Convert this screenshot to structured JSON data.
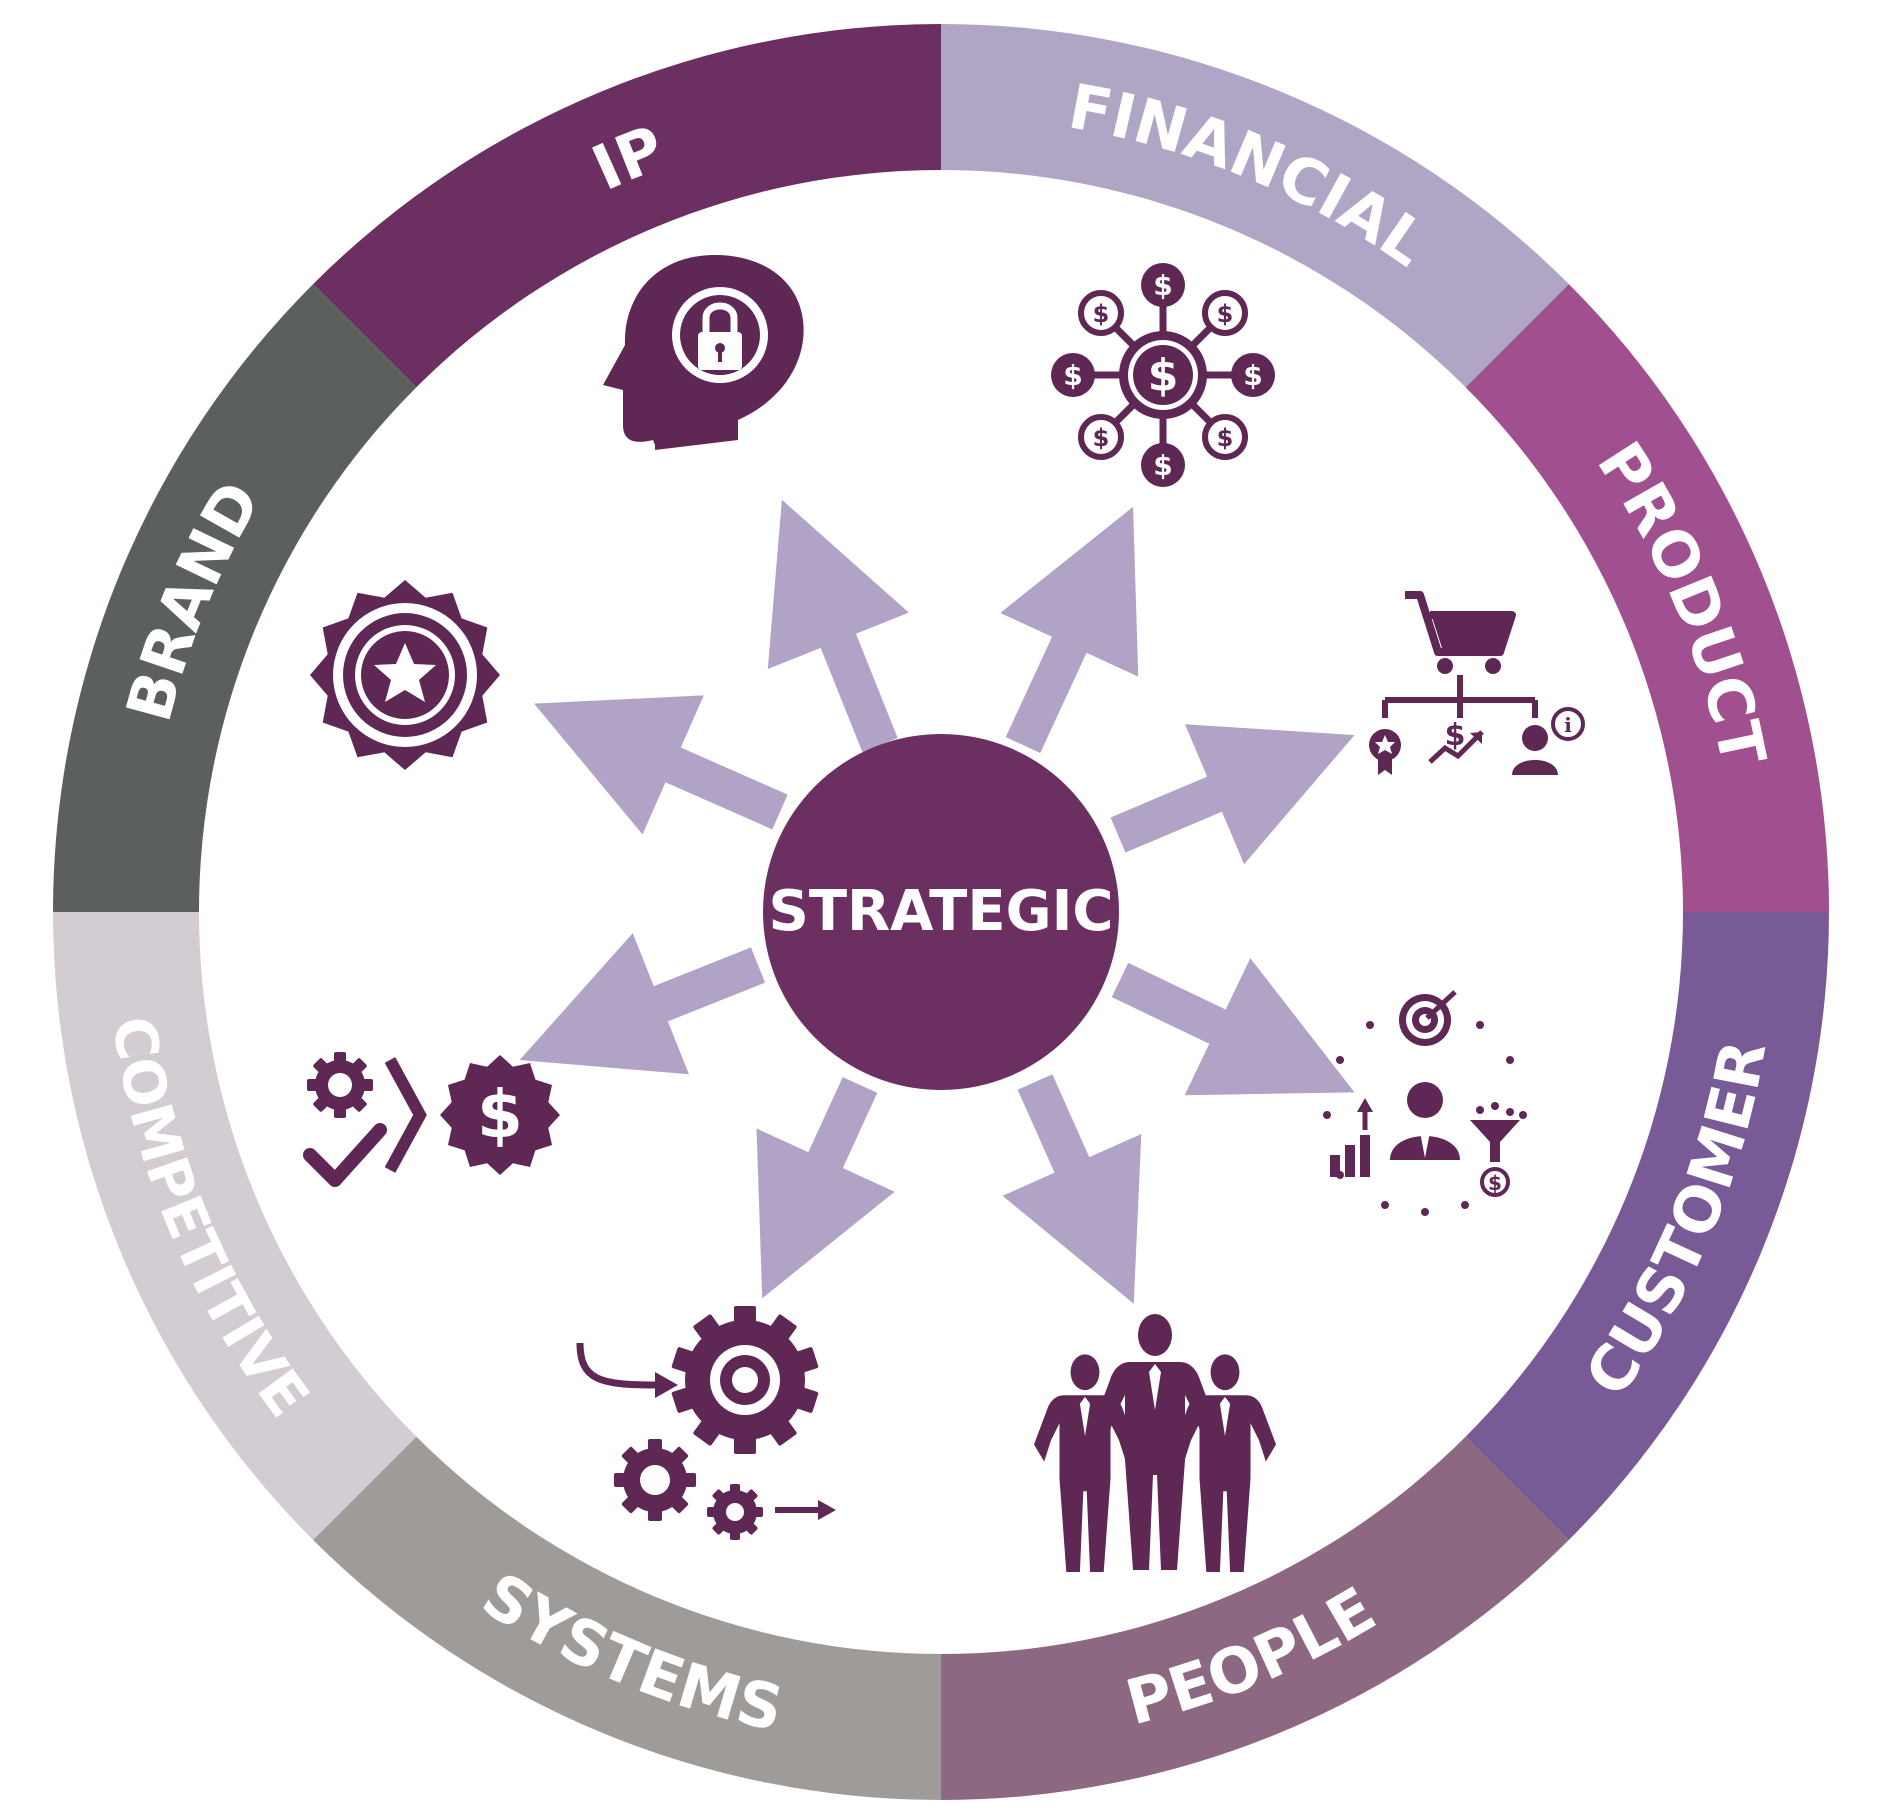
{
  "center": {
    "label": "STRATEGIC",
    "color": "#6c2f62"
  },
  "colors": {
    "icon": "#5e2754",
    "arrow": "#b0a3c6",
    "inner_background": "#ffffff"
  },
  "segments": [
    {
      "key": "ip",
      "label": "IP",
      "color": "#6c2f62",
      "icon": "head-padlock-icon"
    },
    {
      "key": "financial",
      "label": "FINANCIAL",
      "color": "#b1a5c6",
      "icon": "dollar-network-icon"
    },
    {
      "key": "product",
      "label": "PRODUCT",
      "color": "#a0508e",
      "icon": "cart-hierarchy-icon"
    },
    {
      "key": "customer",
      "label": "CUSTOMER",
      "color": "#785a96",
      "icon": "customer-target-funnel-icon"
    },
    {
      "key": "people",
      "label": "PEOPLE",
      "color": "#8c6882",
      "icon": "business-team-icon"
    },
    {
      "key": "systems",
      "label": "SYSTEMS",
      "color": "#9f9b98",
      "icon": "gears-process-icon"
    },
    {
      "key": "competitive",
      "label": "COMPETITIVE",
      "color": "#d3cdd3",
      "icon": "gear-check-dollar-icon"
    },
    {
      "key": "brand",
      "label": "BRAND",
      "color": "#5b605e",
      "icon": "star-badge-icon"
    }
  ]
}
